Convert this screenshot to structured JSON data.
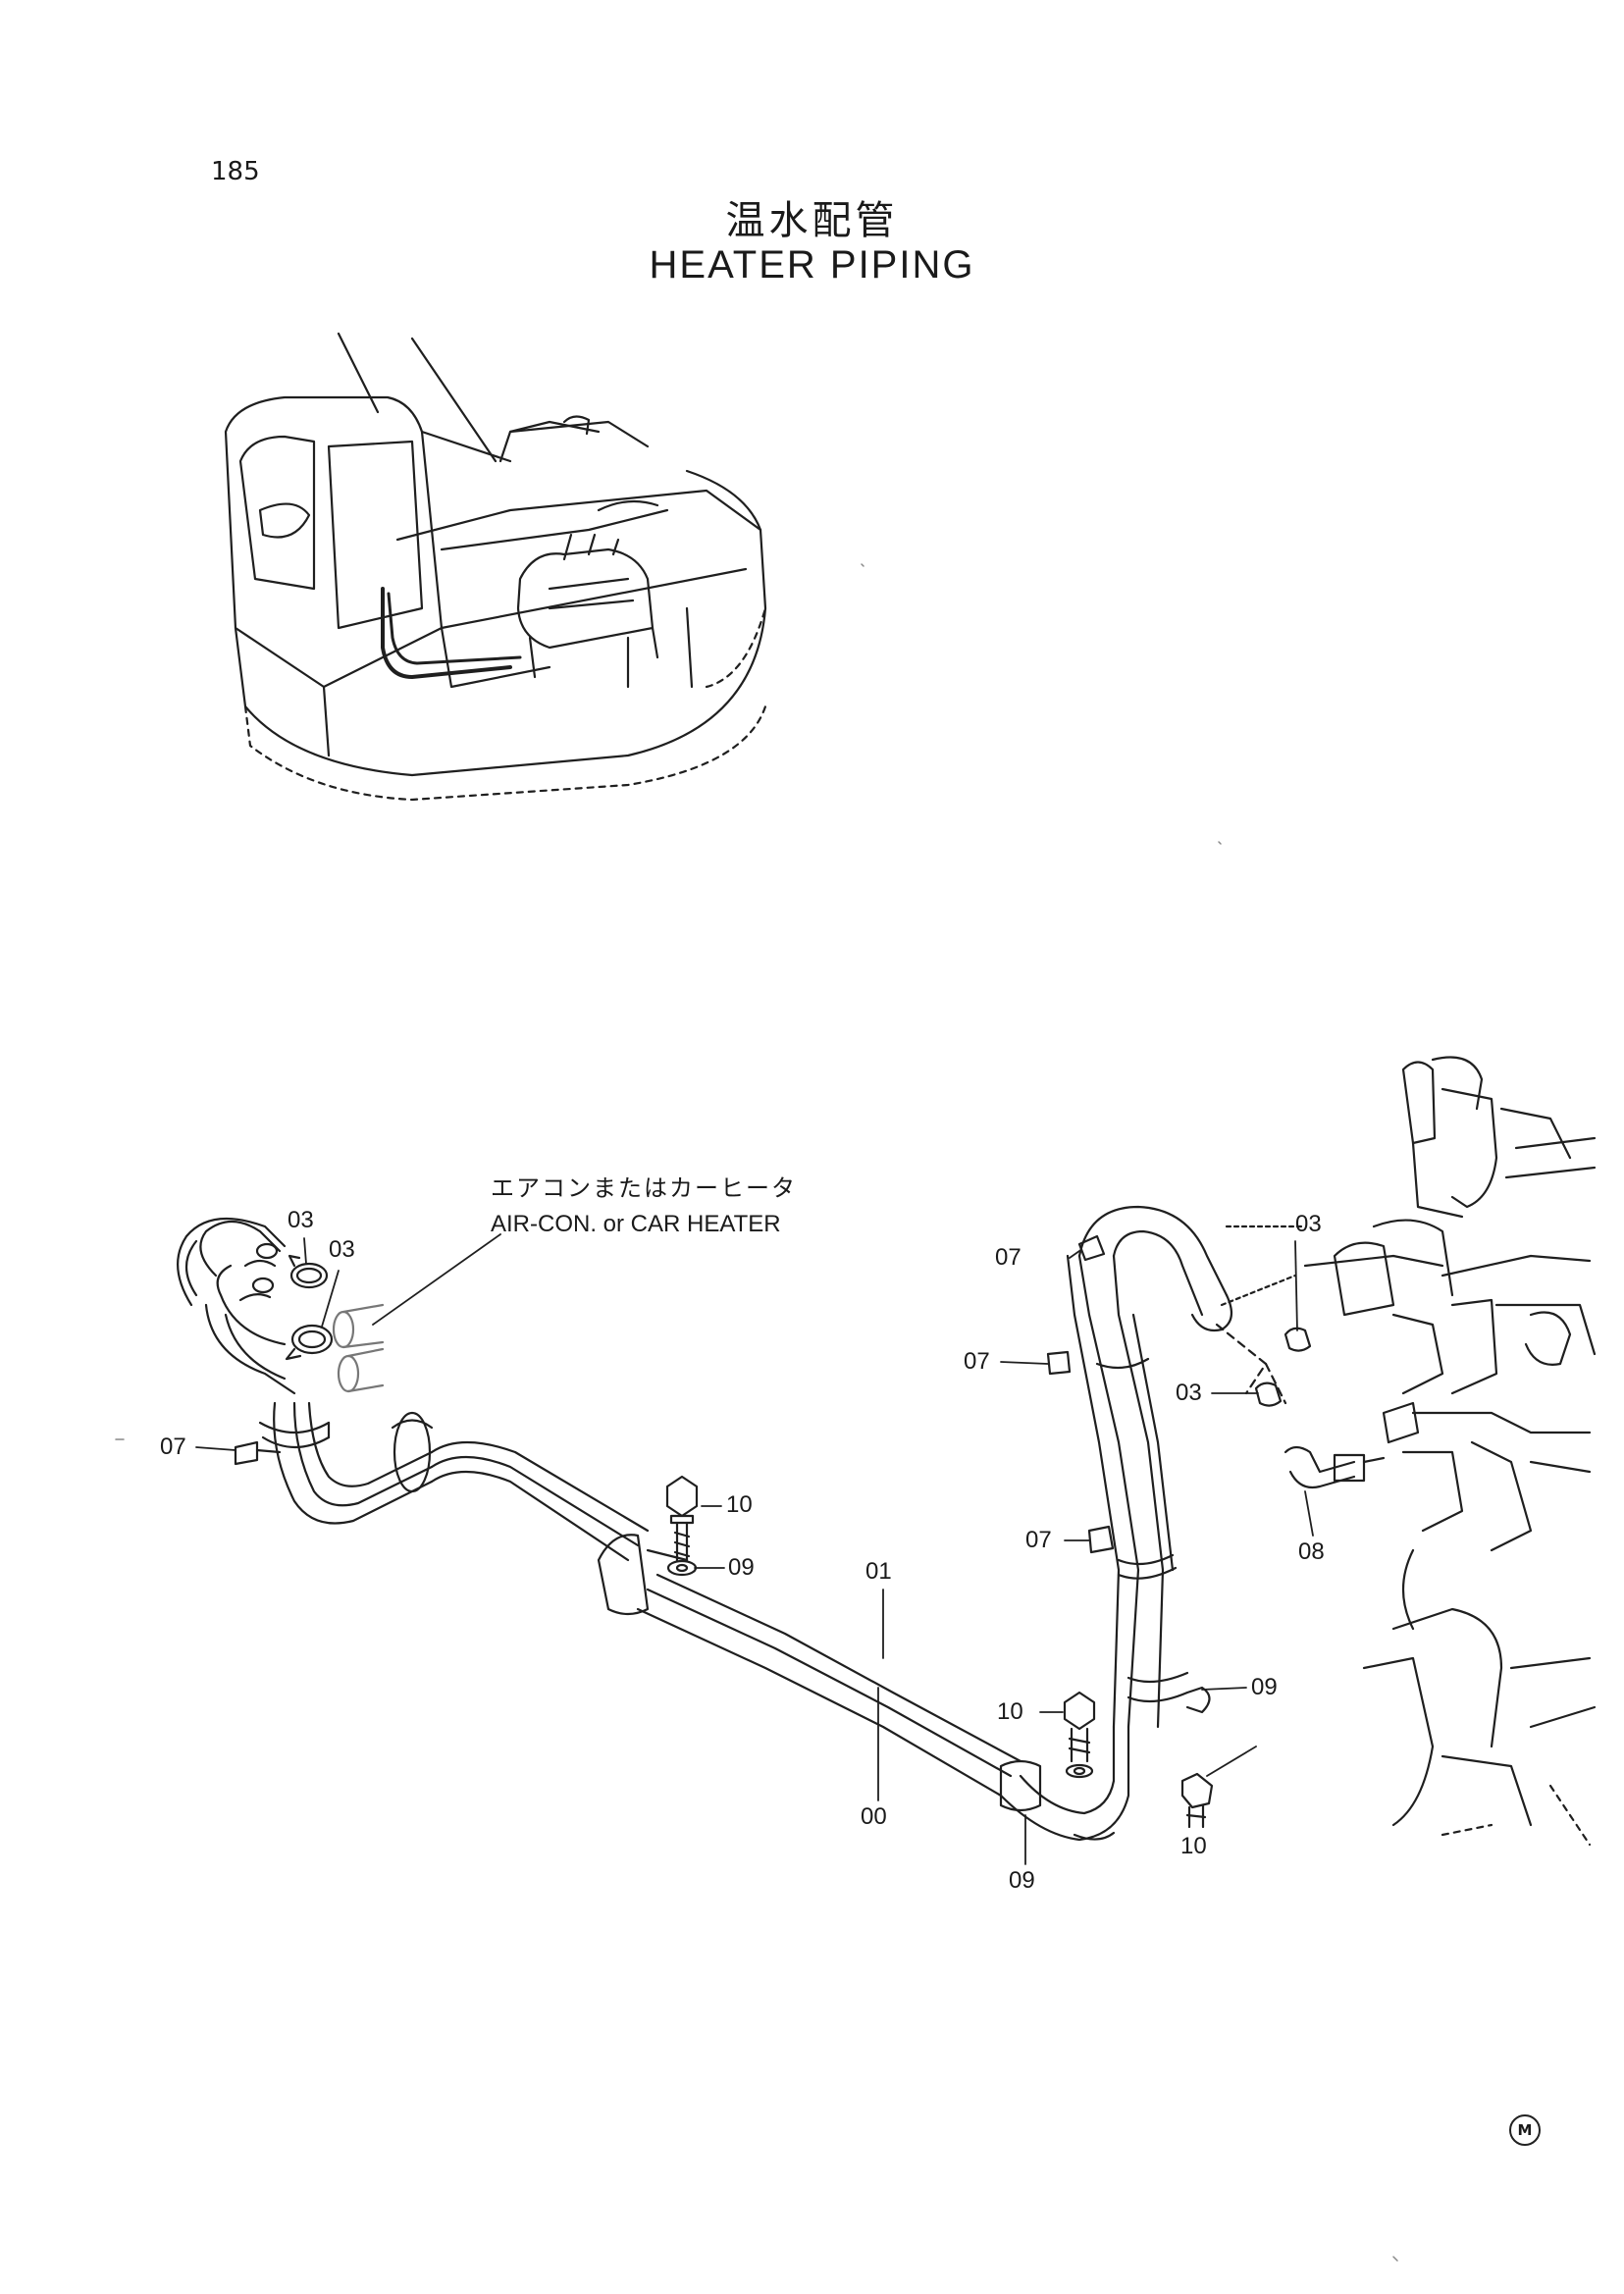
{
  "page": {
    "number": "185",
    "title_jp": "温水配管",
    "title_en": "HEATER PIPING",
    "mark": "M"
  },
  "callout": {
    "text_jp": "エアコンまたはカーヒータ",
    "text_en": "AIR-CON. or CAR HEATER"
  },
  "parts": [
    {
      "id": "p03a",
      "label": "03"
    },
    {
      "id": "p03b",
      "label": "03"
    },
    {
      "id": "p07a",
      "label": "07"
    },
    {
      "id": "p10a",
      "label": "10"
    },
    {
      "id": "p09a",
      "label": "09"
    },
    {
      "id": "p01",
      "label": "01"
    },
    {
      "id": "p00",
      "label": "00"
    },
    {
      "id": "p10b",
      "label": "10"
    },
    {
      "id": "p09b",
      "label": "09"
    },
    {
      "id": "p07b",
      "label": "07"
    },
    {
      "id": "p07c",
      "label": "07"
    },
    {
      "id": "p07d",
      "label": "07"
    },
    {
      "id": "p03c",
      "label": "03"
    },
    {
      "id": "p03d",
      "label": "03"
    },
    {
      "id": "p08",
      "label": "08"
    },
    {
      "id": "p09c",
      "label": "09"
    },
    {
      "id": "p10c",
      "label": "10"
    }
  ]
}
